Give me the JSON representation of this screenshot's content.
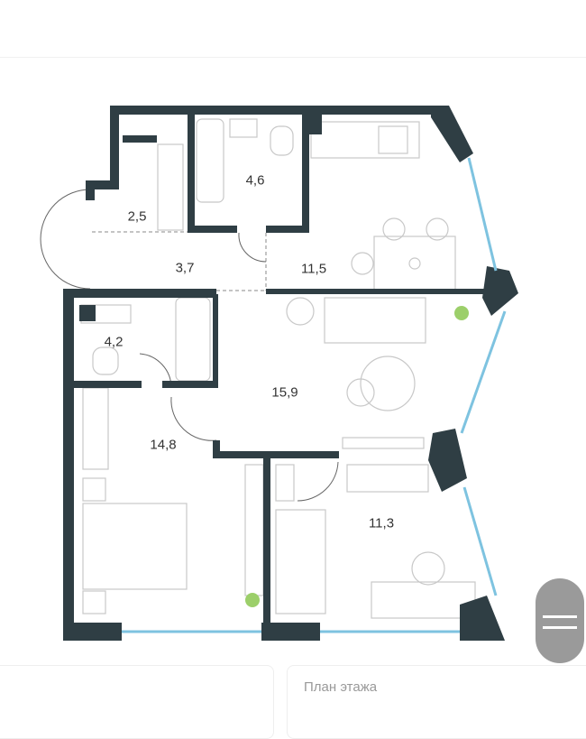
{
  "plan": {
    "wall_color": "#2f3e44",
    "window_color": "#a8d8ea",
    "rooms": [
      {
        "name": "storage",
        "area": "2,5"
      },
      {
        "name": "bathroom-1",
        "area": "4,6"
      },
      {
        "name": "hall",
        "area": "3,7"
      },
      {
        "name": "kitchen",
        "area": "11,5"
      },
      {
        "name": "bathroom-2",
        "area": "4,2"
      },
      {
        "name": "living-room",
        "area": "15,9"
      },
      {
        "name": "bedroom-1",
        "area": "14,8"
      },
      {
        "name": "bedroom-2",
        "area": "11,3"
      }
    ]
  },
  "scroll_handle": {
    "icon": "drag-handle-icon",
    "color": "#9a9a9a"
  },
  "cards": {
    "floor_plan_label": "План этажа"
  }
}
